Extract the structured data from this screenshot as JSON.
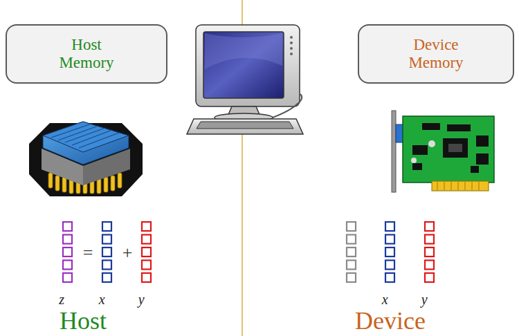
{
  "diagram": {
    "nodes": [
      {
        "text": [
          "Host Memory"
        ]
      },
      {
        "text": [
          "Device Memory"
        ]
      }
    ],
    "labels": [
      "=",
      "+",
      "z⃗",
      "x⃗",
      "y⃗",
      "x⃗",
      "y⃗",
      "Host",
      "Device"
    ]
  }
}
